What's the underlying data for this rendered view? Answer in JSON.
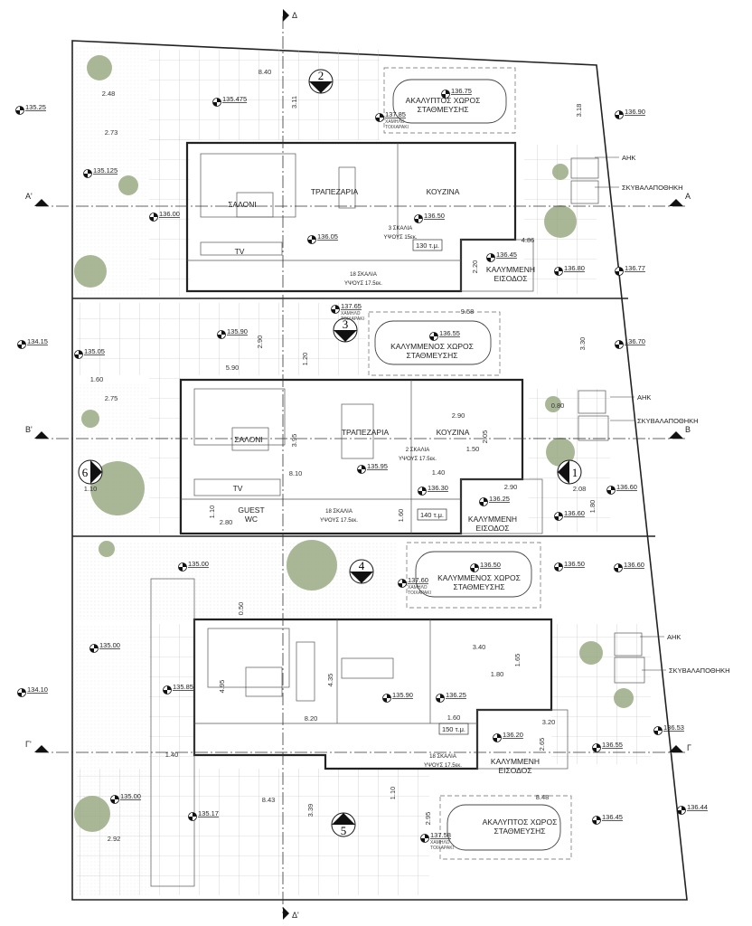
{
  "section_marks": {
    "d_top": "Δ",
    "d_bottom": "Δ'",
    "a_left": "A'",
    "a_right": "A",
    "b_left": "B'",
    "b_right": "B",
    "g_left": "Γ'",
    "g_right": "Γ"
  },
  "view_markers": [
    "1",
    "2",
    "3",
    "4",
    "5",
    "6"
  ],
  "low_wall_note": [
    "ΧΑΜΗΛΟ",
    "ΤΟΙΧΑΡΑΚΙ"
  ],
  "elevations": [
    "135.25",
    "135.475",
    "136.75",
    "137.85",
    "136.90",
    "135.125",
    "136.00",
    "136.05",
    "136.50",
    "136.45",
    "136.80",
    "136.77",
    "137.65",
    "134.15",
    "135.90",
    "135.05",
    "136.55",
    "136.70",
    "135.95",
    "136.30",
    "136.25",
    "136.60",
    "136.60",
    "135.00",
    "137.60",
    "136.50",
    "136.50",
    "136.60",
    "135.00",
    "135.85",
    "134.10",
    "135.90",
    "136.25",
    "136.20",
    "136.55",
    "136.53",
    "135.00",
    "135.17",
    "137.58",
    "136.45",
    "136.44"
  ],
  "rooms": [
    {
      "lines": [
        "ΣΑΛΟΝΙ"
      ]
    },
    {
      "lines": [
        "ΤΡΑΠΕΖΑΡΙΑ"
      ]
    },
    {
      "lines": [
        "ΚΟΥΖΙΝΑ"
      ]
    },
    {
      "lines": [
        "TV"
      ]
    },
    {
      "lines": [
        "ΑΚΑΛΥΠΤΟΣ ΧΩΡΟΣ",
        "ΣΤΑΘΜΕΥΣΗΣ"
      ]
    },
    {
      "lines": [
        "3 ΣΚΑΛΙΑ",
        "ΥΨΟΥΣ 15εκ."
      ]
    },
    {
      "lines": [
        "18 ΣΚΑΛΙΑ",
        "ΥΨΟΥΣ 17.5εκ."
      ]
    },
    {
      "lines": [
        "130 τ.μ."
      ]
    },
    {
      "lines": [
        "ΚΑΛΥΜΜΕΝΗ",
        "ΕΙΣΟΔΟΣ"
      ]
    },
    {
      "lines": [
        "ΑΗΚ"
      ]
    },
    {
      "lines": [
        "ΣΚΥΒΑΛΑΠΟΘΗΚΗ"
      ]
    },
    {
      "lines": [
        "ΣΑΛΟΝΙ"
      ]
    },
    {
      "lines": [
        "ΤΡΑΠΕΖΑΡΙΑ"
      ]
    },
    {
      "lines": [
        "ΚΟΥΖΙΝΑ"
      ]
    },
    {
      "lines": [
        "TV"
      ]
    },
    {
      "lines": [
        "GUEST",
        "WC"
      ]
    },
    {
      "lines": [
        "ΚΑΛΥΜΜΕΝΟΣ ΧΩΡΟΣ",
        "ΣΤΑΘΜΕΥΣΗΣ"
      ]
    },
    {
      "lines": [
        "2 ΣΚΑΛΙΑ",
        "ΥΨΟΥΣ 17.5εκ."
      ]
    },
    {
      "lines": [
        "18 ΣΚΑΛΙΑ",
        "ΥΨΟΥΣ 17.5εκ."
      ]
    },
    {
      "lines": [
        "140 τ.μ."
      ]
    },
    {
      "lines": [
        "ΚΑΛΥΜΜΕΝΗ",
        "ΕΙΣΟΔΟΣ"
      ]
    },
    {
      "lines": [
        "ΑΗΚ"
      ]
    },
    {
      "lines": [
        "ΣΚΥΒΑΛΑΠΟΘΗΚΗ"
      ]
    },
    {
      "lines": [
        "ΚΑΛΥΜΜΕΝΟΣ ΧΩΡΟΣ",
        "ΣΤΑΘΜΕΥΣΗΣ"
      ]
    },
    {
      "lines": [
        "150 τ.μ."
      ]
    },
    {
      "lines": [
        "18 ΣΚΑΛΙΑ",
        "ΥΨΟΥΣ 17.5εκ."
      ]
    },
    {
      "lines": [
        "ΚΑΛΥΜΜΕΝΗ",
        "ΕΙΣΟΔΟΣ"
      ]
    },
    {
      "lines": [
        "ΑΚΑΛΥΠΤΟΣ ΧΩΡΟΣ",
        "ΣΤΑΘΜΕΥΣΗΣ"
      ]
    },
    {
      "lines": [
        "ΑΗΚ"
      ]
    },
    {
      "lines": [
        "ΣΚΥΒΑΛΑΠΟΘΗΚΗ"
      ]
    }
  ],
  "dimensions": [
    "8.40",
    "2.48",
    "3.11",
    "2.73",
    "3.18",
    "4.86",
    "2.20",
    "2.90",
    "9.58",
    "5.90",
    "1.20",
    "1.60",
    "3.30",
    "2.75",
    "0.80",
    "2.90",
    "2.05",
    "3.95",
    "1.50",
    "8.10",
    "1.40",
    "2.90",
    "2.08",
    "1.10",
    "1.80",
    "1.10",
    "2.80",
    "1.60",
    "0.50",
    "3.40",
    "1.65",
    "4.95",
    "4.35",
    "1.80",
    "8.20",
    "1.60",
    "3.20",
    "2.65",
    "1.40",
    "1.10",
    "8.43",
    "3.39",
    "8.48",
    "2.95",
    "2.92"
  ]
}
